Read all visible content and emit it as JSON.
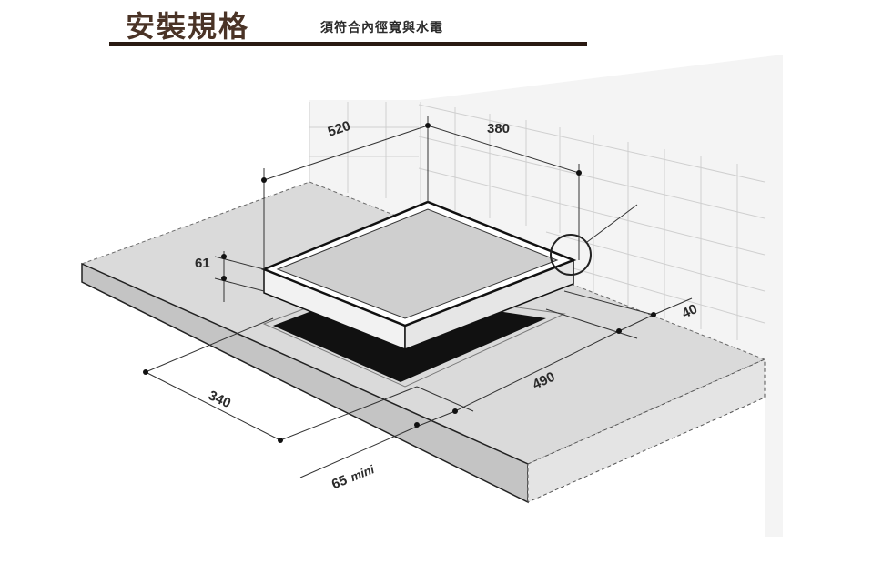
{
  "header": {
    "title": "安裝規格",
    "subtitle": "須符合內徑寬與水電"
  },
  "dimensions": {
    "back_width": "520",
    "back_depth": "380",
    "height": "61",
    "front_width": "340",
    "cutout_depth": "490",
    "edge_distance": "40",
    "min_margin_value": "65",
    "min_margin_unit": "mini"
  },
  "colors": {
    "title": "#4a3326",
    "rule": "#2a1a12",
    "counter": "#d9d9d9",
    "hob_top": "#cfcfcf",
    "cutout": "#111111"
  }
}
